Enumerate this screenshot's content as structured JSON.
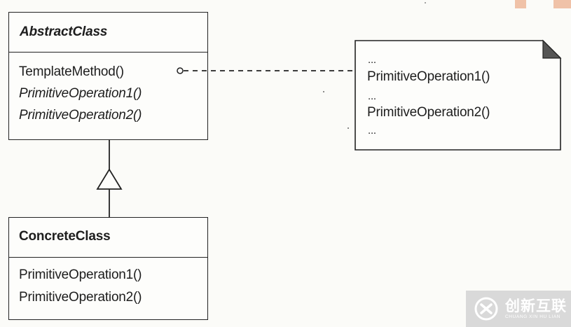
{
  "abstract_class": {
    "name": "AbstractClass",
    "operations": [
      "TemplateMethod()",
      "PrimitiveOperation1()",
      "PrimitiveOperation2()"
    ]
  },
  "concrete_class": {
    "name": "ConcreteClass",
    "operations": [
      "PrimitiveOperation1()",
      "PrimitiveOperation2()"
    ]
  },
  "note": {
    "lines": [
      "...",
      "PrimitiveOperation1()",
      "...",
      "PrimitiveOperation2()",
      "..."
    ]
  },
  "watermark": {
    "brand_cn": "创新互联",
    "brand_en": "CHUANG XIN HU LIAN"
  },
  "colors": {
    "line": "#222222",
    "watermark_bg": "#d9d9d9",
    "peach": "#f0c2a8"
  }
}
